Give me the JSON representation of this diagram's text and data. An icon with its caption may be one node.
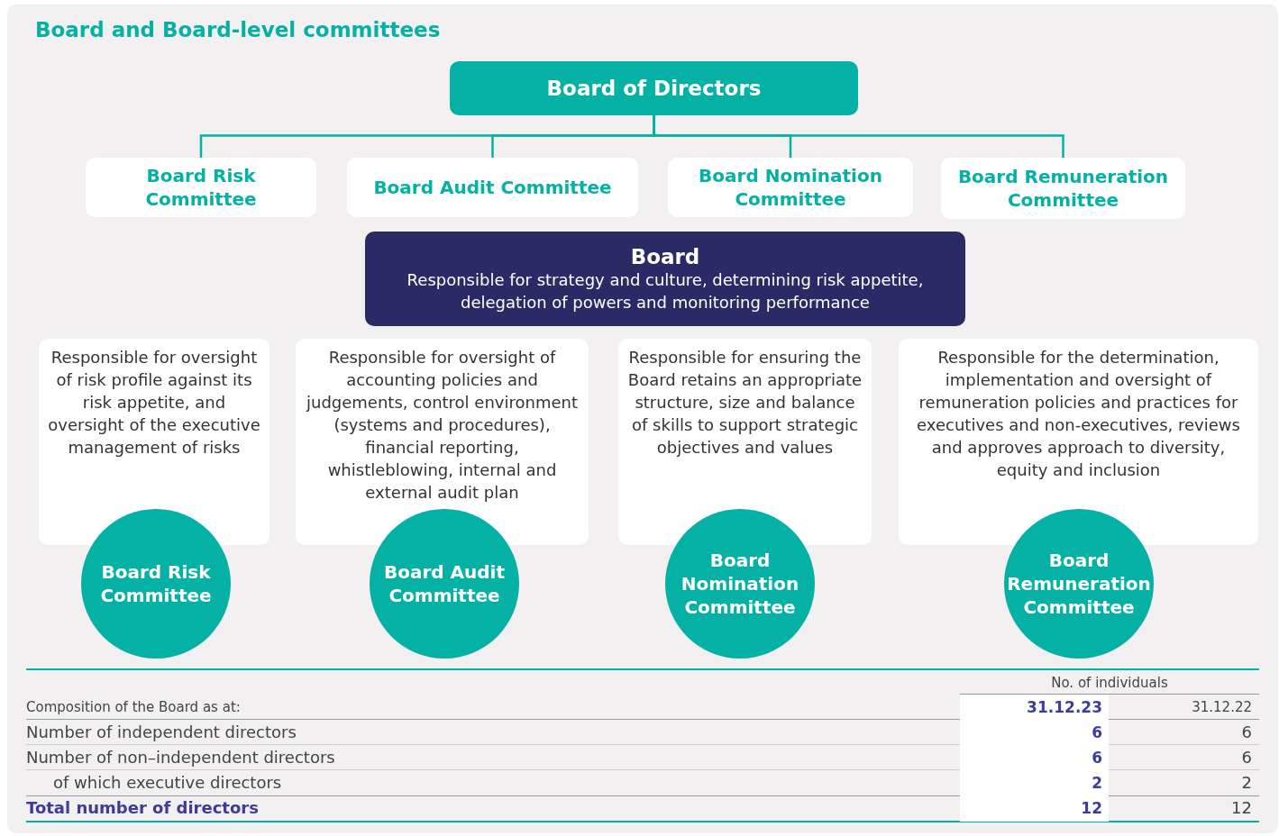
{
  "diagram": {
    "title": "Board and Board-level committees",
    "nodes": [
      {
        "text": [
          "Board of Directors"
        ]
      },
      {
        "text": [
          "Board Risk Committee"
        ]
      },
      {
        "text": [
          "Board Audit Committee"
        ]
      },
      {
        "text": [
          "Board Nomination Committee"
        ]
      },
      {
        "text": [
          "Board Remuneration Committee"
        ]
      },
      {
        "text": [
          "Board",
          "Responsible for strategy and culture, determining risk appetite, delegation of powers and monitoring performance"
        ]
      },
      {
        "text": [
          "Responsible for oversight of risk profile against its risk appetite, and oversight of the executive management of risks"
        ]
      },
      {
        "text": [
          "Responsible for oversight of accounting policies and judgements, control environment (systems and procedures), financial reporting, whistleblowing, internal and external audit plan"
        ]
      },
      {
        "text": [
          "Responsible for ensuring the Board retains an appropriate structure, size and balance of skills to support strategic objectives and values"
        ]
      },
      {
        "text": [
          "Responsible for the determination, implementation and oversight of remuneration policies and practices for executives and non-executives, reviews and approves approach to diversity, equity and inclusion"
        ]
      },
      {
        "text": [
          "Board Risk Committee"
        ]
      },
      {
        "text": [
          "Board Audit Committee"
        ]
      },
      {
        "text": [
          "Board Nomination Committee"
        ]
      },
      {
        "text": [
          "Board Remuneration Committee"
        ]
      }
    ],
    "edges": [
      {
        "from": 0,
        "to": 1,
        "arrow": "none"
      },
      {
        "from": 0,
        "to": 2,
        "arrow": "none"
      },
      {
        "from": 0,
        "to": 3,
        "arrow": "none"
      },
      {
        "from": 0,
        "to": 4,
        "arrow": "none"
      }
    ],
    "labels": [
      "No. of individuals",
      "Composition of the Board as at:",
      "31.12.23",
      "31.12.22",
      "Number of independent directors",
      "6",
      "6",
      "Number of non–independent directors",
      "6",
      "6",
      "of which executive directors",
      "2",
      "2",
      "Total number of directors",
      "12",
      "12"
    ]
  }
}
